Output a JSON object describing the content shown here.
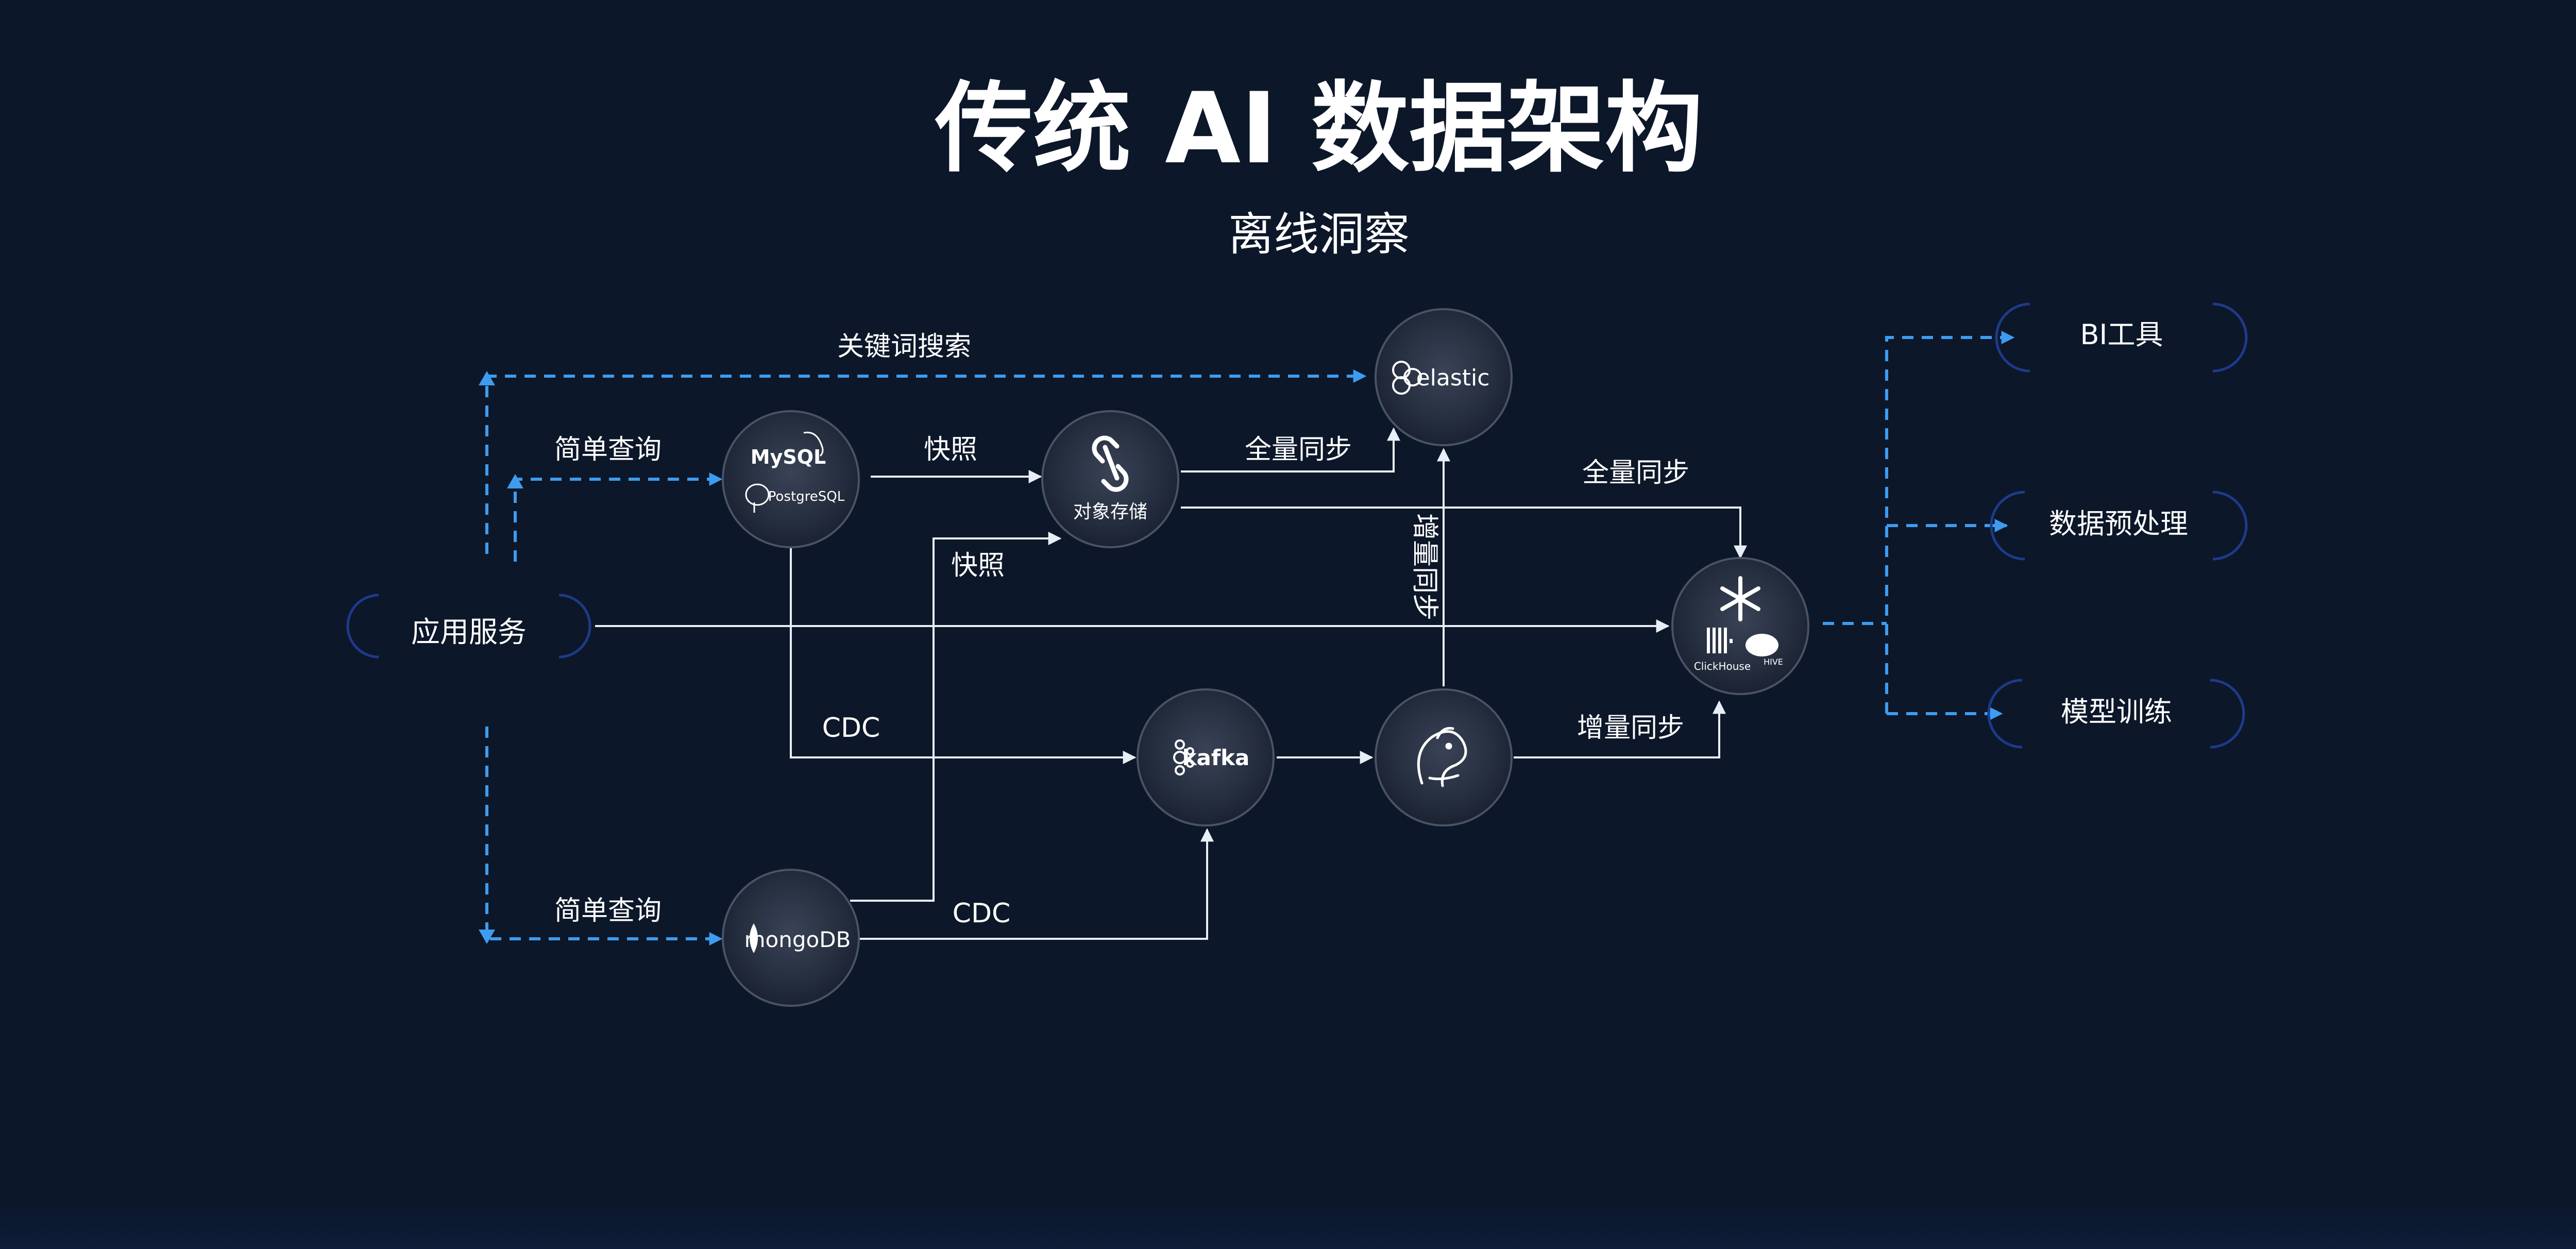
{
  "title": "传统 AI 数据架构",
  "subtitle": "离线洞察",
  "colors": {
    "background": "#0c1729",
    "dashed_arrow": "#3d9cf0",
    "solid_arrow": "#e8eef6",
    "node_fill": "#2a3344",
    "pill_border": "#1e3a8a"
  },
  "nodes": {
    "app_service": "应用服务",
    "mysql_postgres": {
      "mysql": "MySQL",
      "postgres": "PostgreSQL"
    },
    "object_storage": "对象存储",
    "elastic": "elastic",
    "kafka": "kafka",
    "flink": "",
    "warehouse": {
      "clickhouse": "ClickHouse",
      "hive": "HIVE"
    },
    "mongodb": "mongoDB"
  },
  "outputs": [
    "BI工具",
    "数据预处理",
    "模型训练"
  ],
  "edge_labels": {
    "keyword_search": "关键词搜索",
    "simple_query_top": "简单查询",
    "simple_query_bottom": "简单查询",
    "snapshot_1": "快照",
    "snapshot_2": "快照",
    "full_sync_1": "全量同步",
    "full_sync_2": "全量同步",
    "incremental_sync_vertical": "增量同步",
    "incremental_sync": "增量同步",
    "cdc_1": "CDC",
    "cdc_2": "CDC"
  }
}
